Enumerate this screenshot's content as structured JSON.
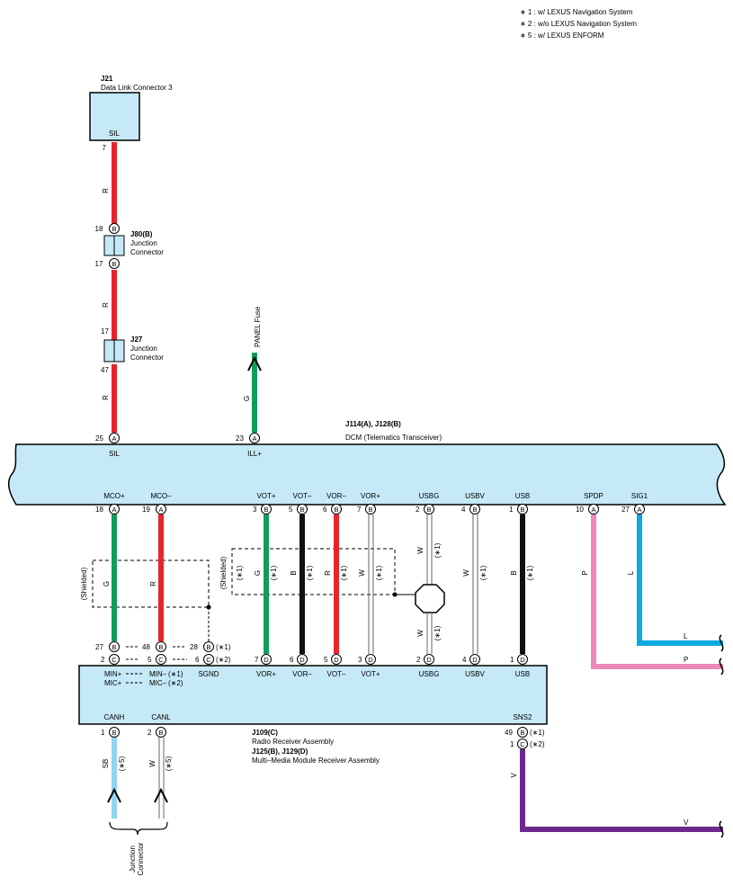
{
  "legend": {
    "note1": "∗ 1 : w/ LEXUS Navigation System",
    "note2": "∗ 2 : w/o LEXUS Navigation System",
    "note5": "∗ 5 : w/ LEXUS ENFORM"
  },
  "j21": {
    "id": "J21",
    "name": "Data Link Connector 3",
    "terminal": "SIL",
    "pin": "7"
  },
  "j80": {
    "id": "J80(B)",
    "name1": "Junction",
    "name2": "Connector",
    "pin_top": "18",
    "pin_bottom": "17",
    "letter": "B"
  },
  "j27": {
    "id": "J27",
    "name1": "Junction",
    "name2": "Connector",
    "pin_top": "17",
    "pin_bottom": "47"
  },
  "panel_fuse": "PANEL Fuse",
  "dcm": {
    "id": "J114(A), J128(B)",
    "name": "DCM (Telematics Transceiver)"
  },
  "dcm_top_pins": [
    {
      "num": "25",
      "letter": "A",
      "label": "SIL"
    },
    {
      "num": "23",
      "letter": "A",
      "label": "ILL+"
    }
  ],
  "dcm_bottom_pins": [
    {
      "label": "MCO+",
      "num": "18",
      "letter": "A"
    },
    {
      "label": "MCO–",
      "num": "19",
      "letter": "A"
    },
    {
      "label": "VOT+",
      "num": "3",
      "letter": "B"
    },
    {
      "label": "VOT–",
      "num": "5",
      "letter": "B"
    },
    {
      "label": "VOR–",
      "num": "6",
      "letter": "B"
    },
    {
      "label": "VOR+",
      "num": "7",
      "letter": "B"
    },
    {
      "label": "USBG",
      "num": "2",
      "letter": "B"
    },
    {
      "label": "USBV",
      "num": "4",
      "letter": "B"
    },
    {
      "label": "USB",
      "num": "1",
      "letter": "B"
    },
    {
      "label": "SPDP",
      "num": "10",
      "letter": "A"
    },
    {
      "label": "SIG1",
      "num": "27",
      "letter": "A"
    }
  ],
  "wire_colors": {
    "R": "R",
    "G": "G",
    "B": "B",
    "W": "W",
    "L": "L",
    "P": "P",
    "SB": "SB",
    "V": "V"
  },
  "notes": {
    "n1": "(∗1)",
    "n2": "(∗2)",
    "n5": "(∗5)",
    "shielded": "(Shielded)"
  },
  "radio_top_pins": [
    {
      "num": "27",
      "letter": "B"
    },
    {
      "num": "2",
      "letter": "C"
    },
    {
      "num": "48",
      "letter": "B"
    },
    {
      "num": "5",
      "letter": "C"
    },
    {
      "num": "28",
      "letter": "B"
    },
    {
      "num": "6",
      "letter": "C"
    },
    {
      "num": "7",
      "letter": "D",
      "label": "VOR+"
    },
    {
      "num": "6",
      "letter": "D",
      "label": "VOR–"
    },
    {
      "num": "5",
      "letter": "D",
      "label": "VOT–"
    },
    {
      "num": "3",
      "letter": "D",
      "label": "VOT+"
    },
    {
      "num": "2",
      "letter": "D",
      "label": "USBG"
    },
    {
      "num": "4",
      "letter": "D",
      "label": "USBV"
    },
    {
      "num": "1",
      "letter": "D",
      "label": "USB"
    }
  ],
  "radio_labels": {
    "min_plus": "MIN+",
    "mic_plus": "MIC+",
    "min_minus": "MIN–",
    "mic_minus": "MIC–",
    "sgnd": "SGND",
    "canh": "CANH",
    "canl": "CANL",
    "sns2": "SNS2"
  },
  "radio": {
    "id1": "J109(C)",
    "name1": "Radio Receiver Assembly",
    "id2": "J125(B), J129(D)",
    "name2": "Multi–Media Module Receiver Assembly"
  },
  "radio_bottom_pins": [
    {
      "num": "1",
      "letter": "B"
    },
    {
      "num": "2",
      "letter": "B"
    },
    {
      "num": "49",
      "letter": "B"
    },
    {
      "num": "1",
      "letter": "C"
    }
  ],
  "junction_connector": {
    "line1": "Junction",
    "line2": "Connector"
  },
  "colors": {
    "body": "#c5e9f6",
    "red": "#e8242b",
    "green": "#0f9d58",
    "black": "#111111",
    "blue": "#0ca8e0",
    "pink": "#ee88b8",
    "skyblue": "#8fd4f0",
    "purple": "#6a2a8c"
  }
}
